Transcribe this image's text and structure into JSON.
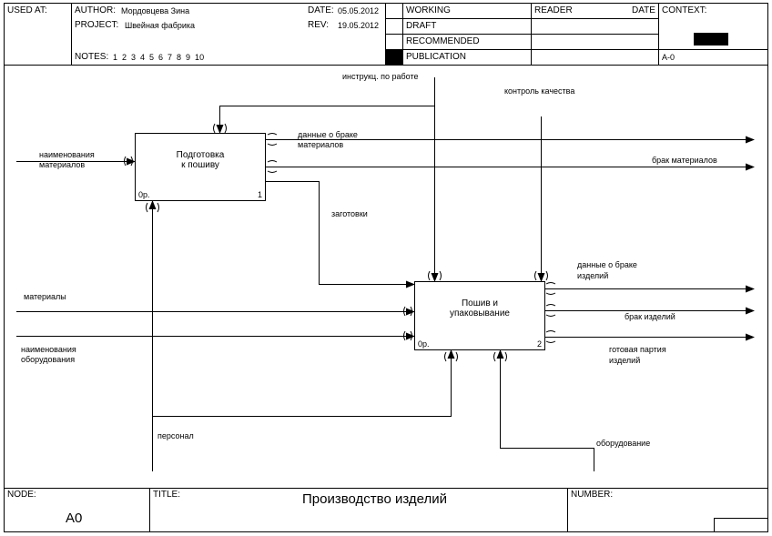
{
  "header": {
    "used_at_label": "USED AT:",
    "author_label": "AUTHOR:",
    "author_value": "Мордовцева Зина",
    "project_label": "PROJECT:",
    "project_value": "Швейная фабрика",
    "date_label": "DATE:",
    "date_value": "05.05.2012",
    "rev_label": "REV:",
    "rev_value": "19.05.2012",
    "notes_label": "NOTES:",
    "notes_value": "1  2  3  4  5  6  7  8  9  10",
    "status": [
      "WORKING",
      "DRAFT",
      "RECOMMENDED",
      "PUBLICATION"
    ],
    "reader_label": "READER",
    "reader_date_label": "DATE",
    "context_label": "CONTEXT:",
    "context_node": "A-0"
  },
  "diagram": {
    "boxes": [
      {
        "name_line1": "Подготовка",
        "name_line2": "к пошиву",
        "cost": "0р.",
        "number": "1"
      },
      {
        "name_line1": "Пошив и",
        "name_line2": "упаковывание",
        "cost": "0р.",
        "number": "2"
      }
    ],
    "arrows": {
      "instructions": "инструкц. по работе",
      "quality": "контроль качества",
      "materials_names_1": "наименования",
      "materials_names_2": "материалов",
      "defect_data_1": "данные о браке",
      "defect_data_2": "материалов",
      "defect_materials": "брак материалов",
      "blanks": "заготовки",
      "materials": "материалы",
      "equipment_names_1": "наименования",
      "equipment_names_2": "оборудования",
      "product_defect_data_1": "данные о браке",
      "product_defect_data_2": "изделий",
      "product_defect": "брак изделий",
      "finished_1": "готовая партия",
      "finished_2": "изделий",
      "personnel": "персонал",
      "equipment": "оборудование"
    }
  },
  "footer": {
    "node_label": "NODE:",
    "node_value": "A0",
    "title_label": "TITLE:",
    "title_value": "Производство изделий",
    "number_label": "NUMBER:"
  }
}
